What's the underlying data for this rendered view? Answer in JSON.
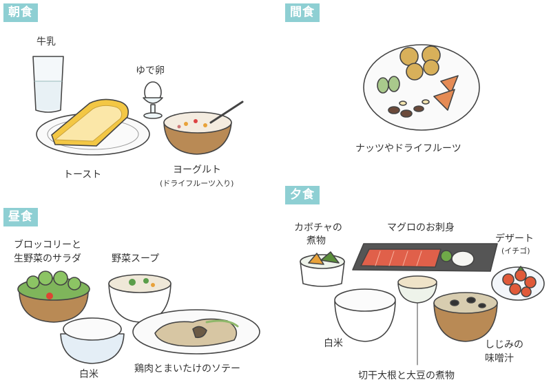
{
  "sections": {
    "breakfast": {
      "title": "朝食",
      "items": {
        "milk": "牛乳",
        "egg": "ゆで卵",
        "toast": "トースト",
        "yogurt": "ヨーグルト",
        "yogurt_note": "(ドライフルーツ入り)"
      }
    },
    "snack": {
      "title": "間食",
      "items": {
        "nuts": "ナッツやドライフルーツ"
      }
    },
    "lunch": {
      "title": "昼食",
      "items": {
        "salad_line1": "ブロッコリーと",
        "salad_line2": "生野菜のサラダ",
        "soup": "野菜スープ",
        "rice": "白米",
        "chicken": "鶏肉とまいたけのソテー"
      }
    },
    "dinner": {
      "title": "夕食",
      "items": {
        "pumpkin_line1": "カボチャの",
        "pumpkin_line2": "煮物",
        "sashimi": "マグロのお刺身",
        "dessert": "デザート",
        "dessert_note": "(イチゴ)",
        "rice": "白米",
        "miso_line1": "しじみの",
        "miso_line2": "味噌汁",
        "daikon": "切干大根と大豆の煮物"
      }
    }
  },
  "colors": {
    "tag_bg": "#8ecfd3",
    "tag_text": "#ffffff",
    "outline": "#444444",
    "bowl_brown": "#b98a55",
    "toast": "#f3c744"
  }
}
